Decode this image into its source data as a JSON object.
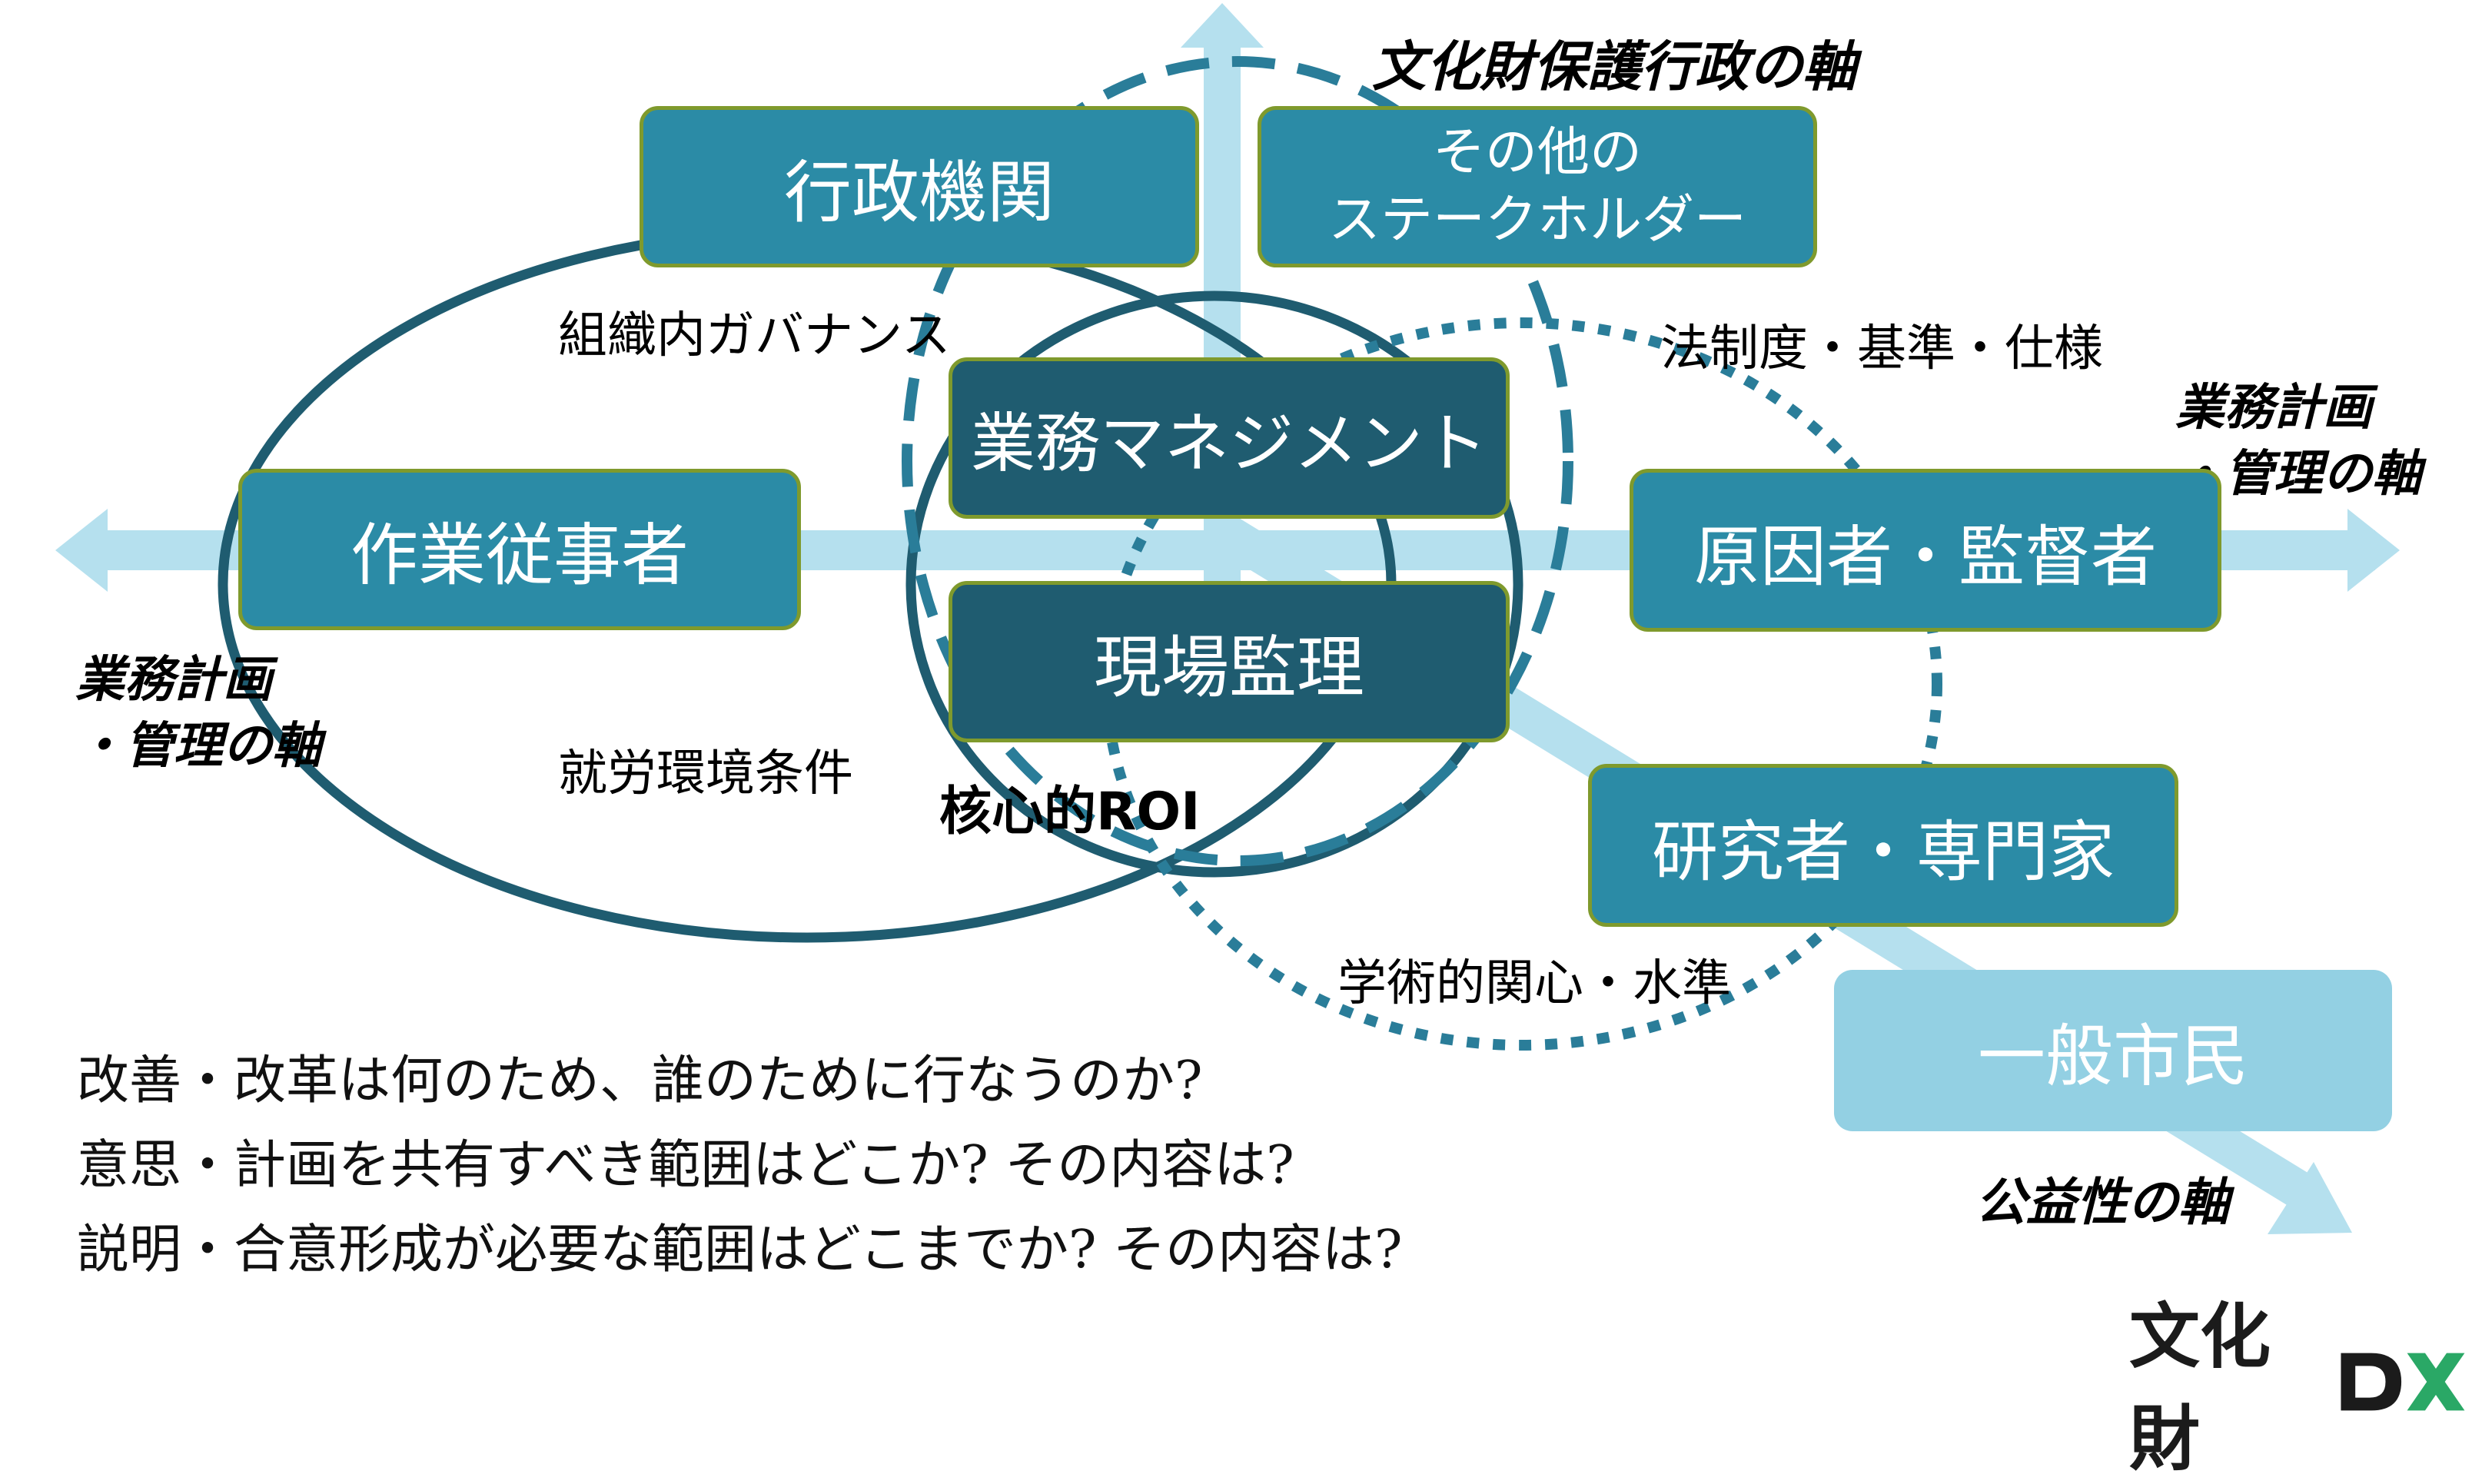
{
  "axes": {
    "vertical": "文化財保護行政の軸",
    "horizontal_right": [
      "業務計画",
      "・管理の軸"
    ],
    "horizontal_left": [
      "業務計画",
      "・管理の軸"
    ],
    "diagonal": "公益性の軸"
  },
  "boxes": {
    "gyosei": "行政機関",
    "others": [
      "その他の",
      "ステークホルダー"
    ],
    "sagyo": "作業従事者",
    "gyomu_management": "業務マネジメント",
    "genba": "現場監理",
    "genin": "原因者・監督者",
    "kenkyu": "研究者・専門家",
    "shimin": "一般市民"
  },
  "labels": {
    "soshiki": "組織内ガバナンス",
    "hosei": "法制度・基準・仕様",
    "shuro": "就労環境条件",
    "roi": "核心的ROI",
    "gakujutsu": "学術的関心・水準"
  },
  "questions": [
    "改善・改革は何のため、誰のために行なうのか?",
    "意思・計画を共有すべき範囲はどこか? その内容は?",
    "説明・合意形成が必要な範囲はどこまでか? その内容は?"
  ],
  "logo": {
    "text": "文化財",
    "mark": "dx-logo-icon"
  },
  "colors": {
    "box_teal": "#2b8ba6",
    "box_dark": "#1f5c70",
    "box_light": "#93d0e3",
    "box_border": "#7f9a2d",
    "axis_arrow": "#b5e0ee",
    "ellipse_dark": "#1f5c70",
    "ellipse_dashed": "#2a7d99",
    "logo_green": "#2aa866"
  }
}
